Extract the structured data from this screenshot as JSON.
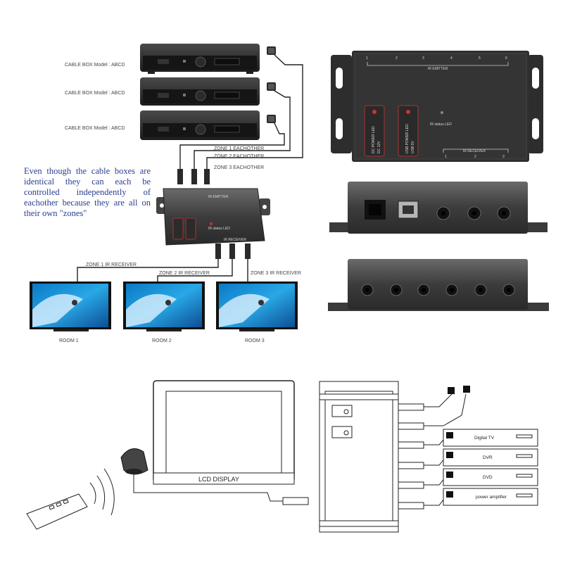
{
  "cable_box_label": "CABLE BOX Model : ABCD",
  "zones": {
    "zone1": "ZONE 1 EACHOTHER",
    "zone2": "ZONE 2 EACHOTHER",
    "zone3": "ZONE 3 EACHOTHER"
  },
  "receivers": {
    "r1": "ZONE 1 IR RECEIVER",
    "r2": "ZONE 2 IR RECEIVER",
    "r3": "ZONE 3 IR RECEIVER"
  },
  "rooms": [
    "ROOM 1",
    "ROOM 2",
    "ROOM 3"
  ],
  "note": "Even though the cable boxes are identical they can each be controlled independently of eachother because they are all on their own \"zones\"",
  "panel": {
    "ir_emitter": "IR EMITTER",
    "emitter_ports": [
      "1",
      "2",
      "3",
      "4",
      "5",
      "6"
    ],
    "dc_power_led": "DC POWER LED",
    "dc_voltage": "DC 12V",
    "usb_power_led": "USB POWER LED",
    "usb_voltage": "USB 5V",
    "ir_status_led": "IR status LED",
    "ir_receiver": "IR RECEIVER",
    "receiver_ports": [
      "1",
      "2",
      "3"
    ]
  },
  "small_hub": {
    "emitter": "IR EMITTER",
    "receiver": "IR RECEIVER",
    "status": "IR status LED"
  },
  "bottom": {
    "lcd_label": "LCD DISPLAY",
    "devices": [
      "Digital TV",
      "DVR",
      "DVD",
      "power amplifier"
    ]
  }
}
